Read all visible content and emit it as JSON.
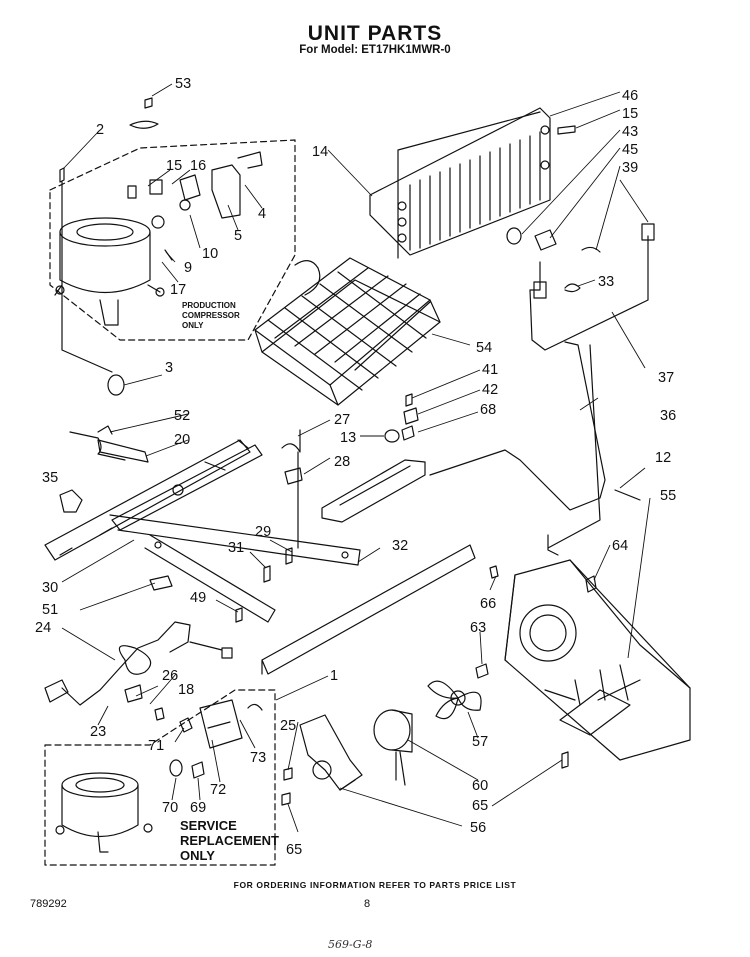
{
  "header": {
    "title": "UNIT PARTS",
    "subtitle": "For Model: ET17HK1MWR-0"
  },
  "boxes": {
    "production_label": [
      "PRODUCTION",
      "COMPRESSOR",
      "ONLY"
    ],
    "service_label": [
      "SERVICE",
      "REPLACEMENT",
      "ONLY"
    ]
  },
  "callouts": [
    "53",
    "2",
    "15",
    "16",
    "4",
    "5",
    "10",
    "9",
    "17",
    "14",
    "46",
    "15",
    "43",
    "45",
    "39",
    "33",
    "37",
    "3",
    "54",
    "41",
    "42",
    "68",
    "13",
    "27",
    "28",
    "52",
    "20",
    "35",
    "36",
    "12",
    "55",
    "29",
    "31",
    "32",
    "30",
    "51",
    "49",
    "66",
    "64",
    "63",
    "24",
    "26",
    "18",
    "1",
    "23",
    "71",
    "73",
    "72",
    "70",
    "69",
    "25",
    "57",
    "60",
    "65",
    "56",
    "65"
  ],
  "footer": {
    "ordering_note": "FOR ORDERING INFORMATION REFER TO PARTS PRICE LIST",
    "doc_number": "789292",
    "page_number": "8",
    "handwritten_note": "569-G-8"
  }
}
